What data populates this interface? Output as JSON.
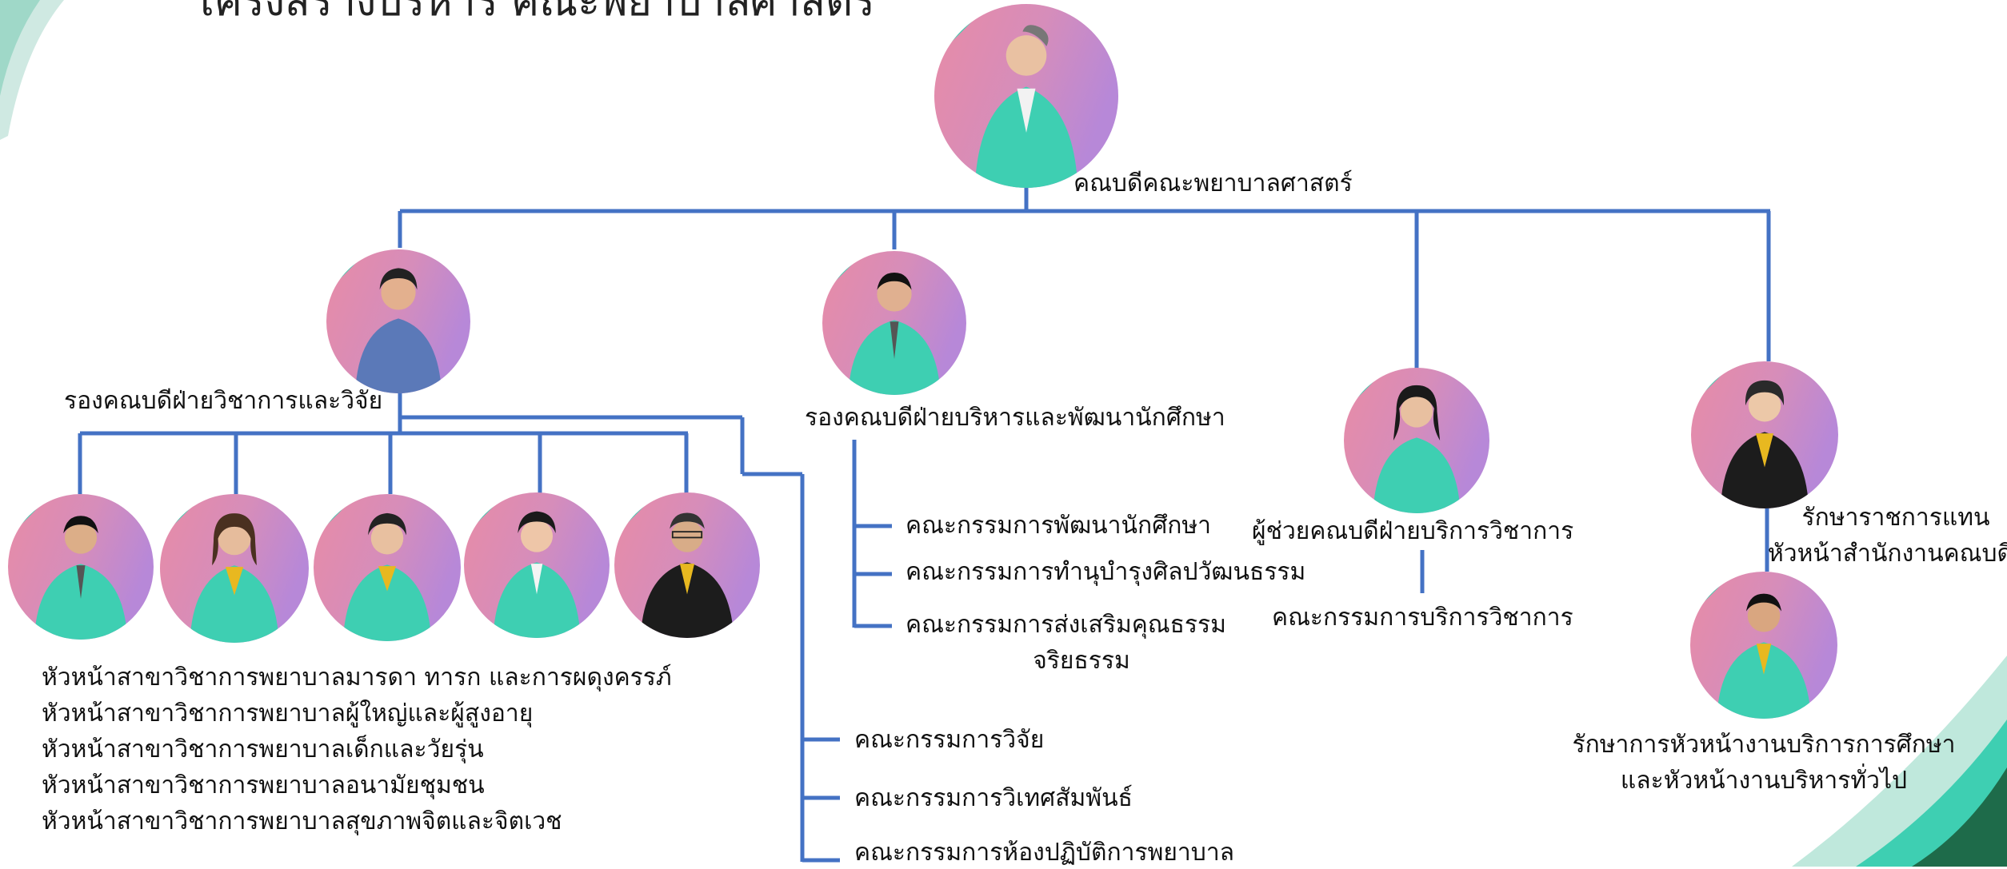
{
  "title": "โครงสร้างบริหาร คณะพยาบาลศาสตร์",
  "colors": {
    "connector": "#4472C4",
    "accent_green": "#3ECFB2",
    "deco_dark_green": "#1E6B4A",
    "photo_pink": "#E88BA6",
    "photo_purple": "#B788D8"
  },
  "dean": {
    "label": "คณบดีคณะพยาบาลศาสตร์"
  },
  "vice_deans": {
    "academic_research": "รองคณบดีฝ่ายวิชาการและวิจัย",
    "admin_student": "รองคณบดีฝ่ายบริหารและพัฒนานักศึกษา"
  },
  "assistant_dean": {
    "label": "ผู้ช่วยคณบดีฝ่ายบริการวิชาการ"
  },
  "office_head": {
    "line1": "รักษาราชการแทน",
    "line2": "หัวหน้าสำนักงานคณบดี"
  },
  "unit_head": {
    "line1": "รักษาการหัวหน้างานบริการการศึกษา",
    "line2": "และหัวหน้างานบริหารทั่วไป"
  },
  "department_heads": [
    "หัวหน้าสาขาวิชาการพยาบาลมารดา ทารก และการผดุงครรภ์",
    "หัวหน้าสาขาวิชาการพยาบาลผู้ใหญ่และผู้สูงอายุ",
    "หัวหน้าสาขาวิชาการพยาบาลเด็กและวัยรุ่น",
    "หัวหน้าสาขาวิชาการพยาบาลอนามัยชุมชน",
    "หัวหน้าสาขาวิชาการพยาบาลสุขภาพจิตและจิตเวช"
  ],
  "research_committees": [
    "คณะกรรมการวิจัย",
    "คณะกรรมการวิเทศสัมพันธ์",
    "คณะกรรมการห้องปฏิบัติการพยาบาล"
  ],
  "student_committees": {
    "item1": "คณะกรรมการพัฒนานักศึกษา",
    "item2": "คณะกรรมการทำนุบำรุงศิลปวัฒนธรรม",
    "item3_line1": "คณะกรรมการส่งเสริมคุณธรรม",
    "item3_line2": "จริยธรรม"
  },
  "service_committee": "คณะกรรมการบริการวิชาการ"
}
